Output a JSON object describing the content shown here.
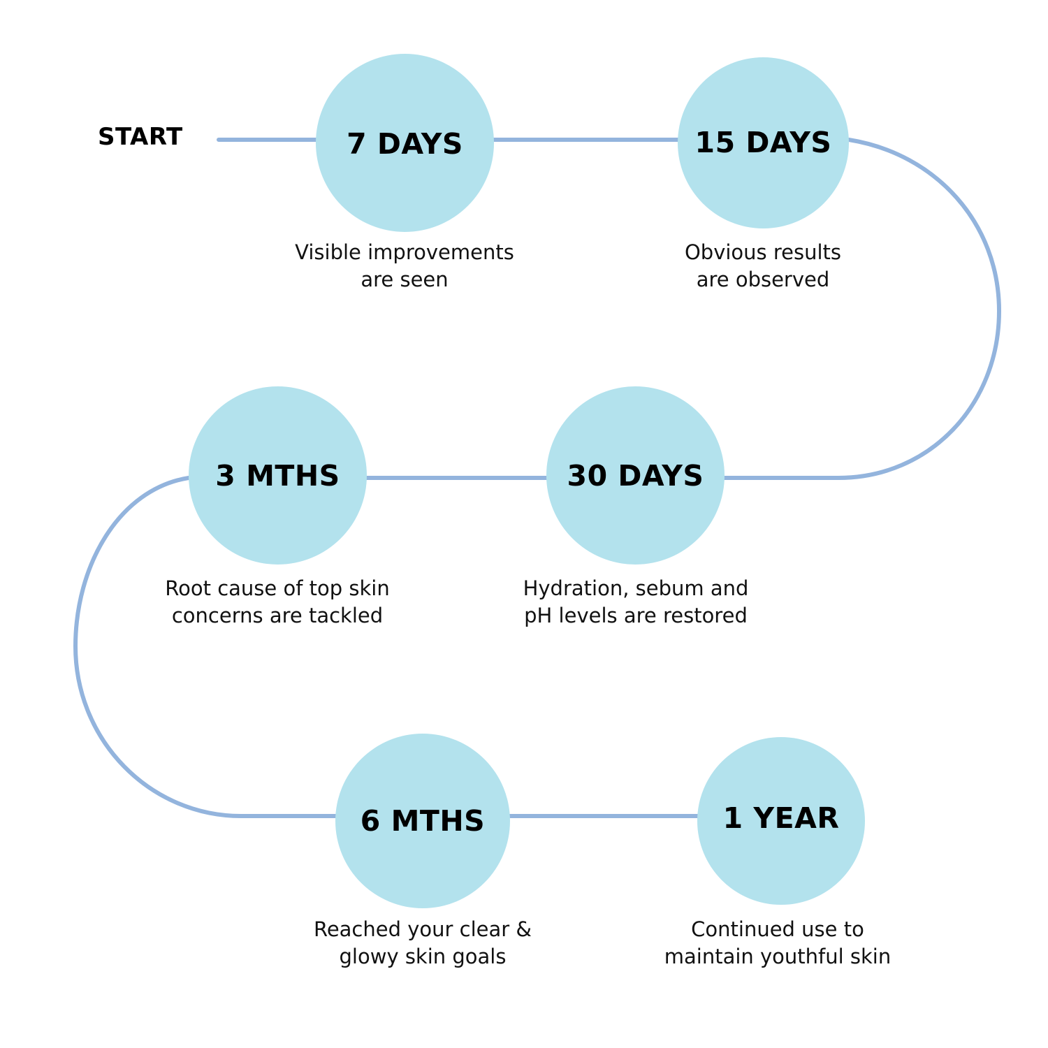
{
  "colors": {
    "path": "#93b4dd",
    "circle": "#b3e2ed",
    "text": "#000000",
    "background": "#ffffff"
  },
  "start_label": "START",
  "milestones": [
    {
      "label": "7 DAYS",
      "caption": [
        "Visible improvements",
        "are seen"
      ]
    },
    {
      "label": "15 DAYS",
      "caption": [
        "Obvious results",
        "are observed"
      ]
    },
    {
      "label": "30 DAYS",
      "caption": [
        "Hydration, sebum and",
        "pH levels are restored"
      ]
    },
    {
      "label": "3 MTHS",
      "caption": [
        "Root cause of top skin",
        "concerns are tackled"
      ]
    },
    {
      "label": "6 MTHS",
      "caption": [
        "Reached your clear &",
        "glowy skin goals"
      ]
    },
    {
      "label": "1 YEAR",
      "caption": [
        "Continued use to",
        "maintain youthful skin"
      ]
    }
  ]
}
